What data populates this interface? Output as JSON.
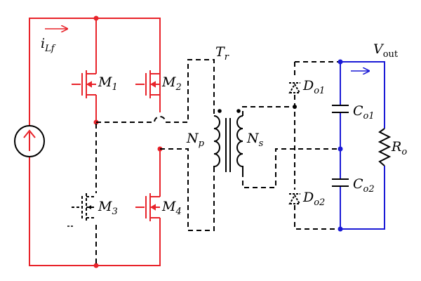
{
  "labels": {
    "current": {
      "main": "i",
      "sub": "Lf"
    },
    "m1": {
      "main": "M",
      "sub": "1"
    },
    "m2": {
      "main": "M",
      "sub": "2"
    },
    "m3": {
      "main": "M",
      "sub": "3"
    },
    "m4": {
      "main": "M",
      "sub": "4"
    },
    "tr": {
      "main": "T",
      "sub": "r"
    },
    "np": {
      "main": "N",
      "sub": "p"
    },
    "ns": {
      "main": "N",
      "sub": "s"
    },
    "do1": {
      "main": "D",
      "sub": "o1"
    },
    "do2": {
      "main": "D",
      "sub": "o2"
    },
    "co1": {
      "main": "C",
      "sub": "o1"
    },
    "co2": {
      "main": "C",
      "sub": "o2"
    },
    "ro": {
      "main": "R",
      "sub": "o"
    },
    "vout": {
      "main": "V",
      "sub": "out"
    }
  },
  "colors": {
    "active": "#e8232a",
    "inactive": "#000000",
    "output": "#1a1ad6"
  }
}
